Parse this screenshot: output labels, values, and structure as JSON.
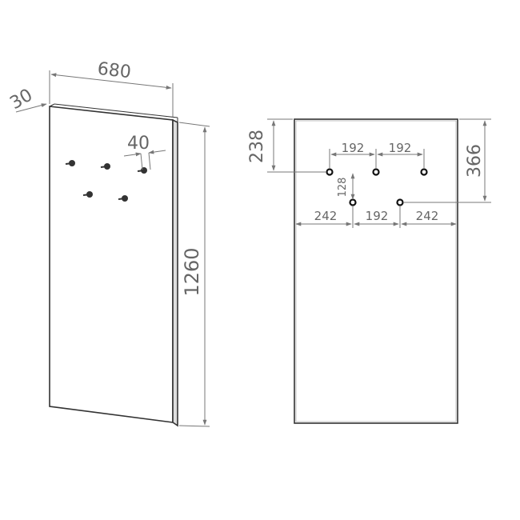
{
  "side_view": {
    "width": "680",
    "depth": "30",
    "height": "1260",
    "hook_projection": "40"
  },
  "front_view": {
    "top_to_hooks": "238",
    "top_to_lower_row": "366",
    "hook_spacing_1": "192",
    "hook_spacing_2": "192",
    "row_offset": "128",
    "edge_left": "242",
    "middle": "192",
    "edge_right": "242"
  },
  "colors": {
    "panel_stroke": "#333333",
    "dimension": "#666666"
  }
}
